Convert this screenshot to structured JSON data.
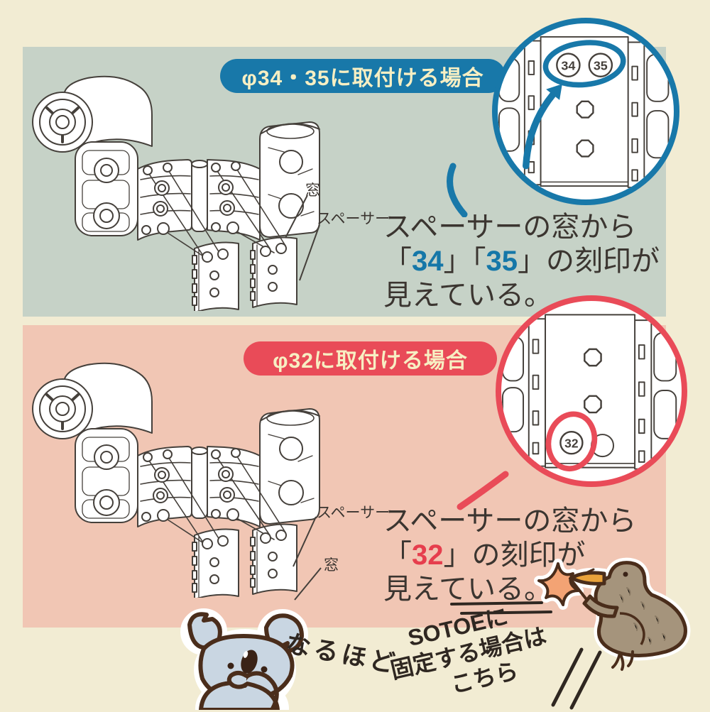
{
  "colors": {
    "background": "#f2ecd3",
    "panel_top": "#c6d2c7",
    "panel_bottom": "#f1c6b4",
    "accent_blue": "#1878a9",
    "accent_red": "#e94b58",
    "banner_text": "#f7efc3",
    "text": "#3b3530",
    "line_art": "#45403b"
  },
  "top": {
    "banner_label": "φ34・35に取付ける場合",
    "stamps": [
      "34",
      "35"
    ],
    "labels": {
      "window": "窓",
      "spacer": "スペーサー"
    },
    "desc": {
      "line1": "スペーサーの窓から",
      "b1": "「",
      "num1": "34",
      "b2": "」「",
      "num2": "35",
      "b3": "」の刻印が",
      "line3": "見えている。"
    }
  },
  "bottom": {
    "banner_label": "φ32に取付ける場合",
    "stamp": "32",
    "labels": {
      "spacer": "スペーサー",
      "window": "窓"
    },
    "desc": {
      "line1": "スペーサーの窓から",
      "b1": "「",
      "num": "32",
      "b2": "」の刻印が",
      "line3": "見えている。"
    }
  },
  "footer": {
    "koala_speech": "なるほど",
    "note_line1": "SOTOEに",
    "note_line2": "固定する場合は",
    "note_line3": "こちら"
  }
}
